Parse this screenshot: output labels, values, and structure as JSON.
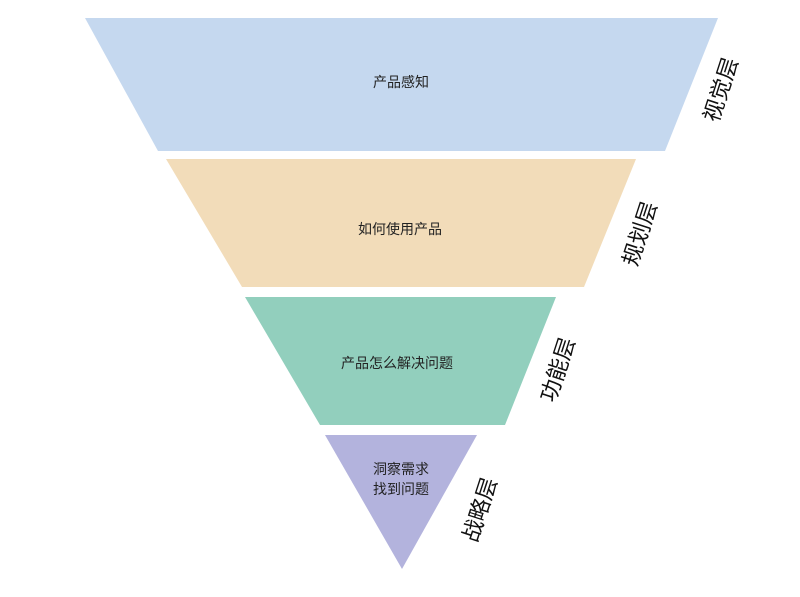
{
  "layers": [
    {
      "lines": [
        "产品感知"
      ],
      "side_label": "视觉层",
      "color": "#c5d8ef"
    },
    {
      "lines": [
        "如何使用产品"
      ],
      "side_label": "规划层",
      "color": "#f2dcb9"
    },
    {
      "lines": [
        "产品怎么解决问题"
      ],
      "side_label": "功能层",
      "color": "#92cfbd"
    },
    {
      "lines": [
        "洞察需求",
        "找到问题"
      ],
      "side_label": "战略层",
      "color": "#b3b3dd"
    }
  ]
}
